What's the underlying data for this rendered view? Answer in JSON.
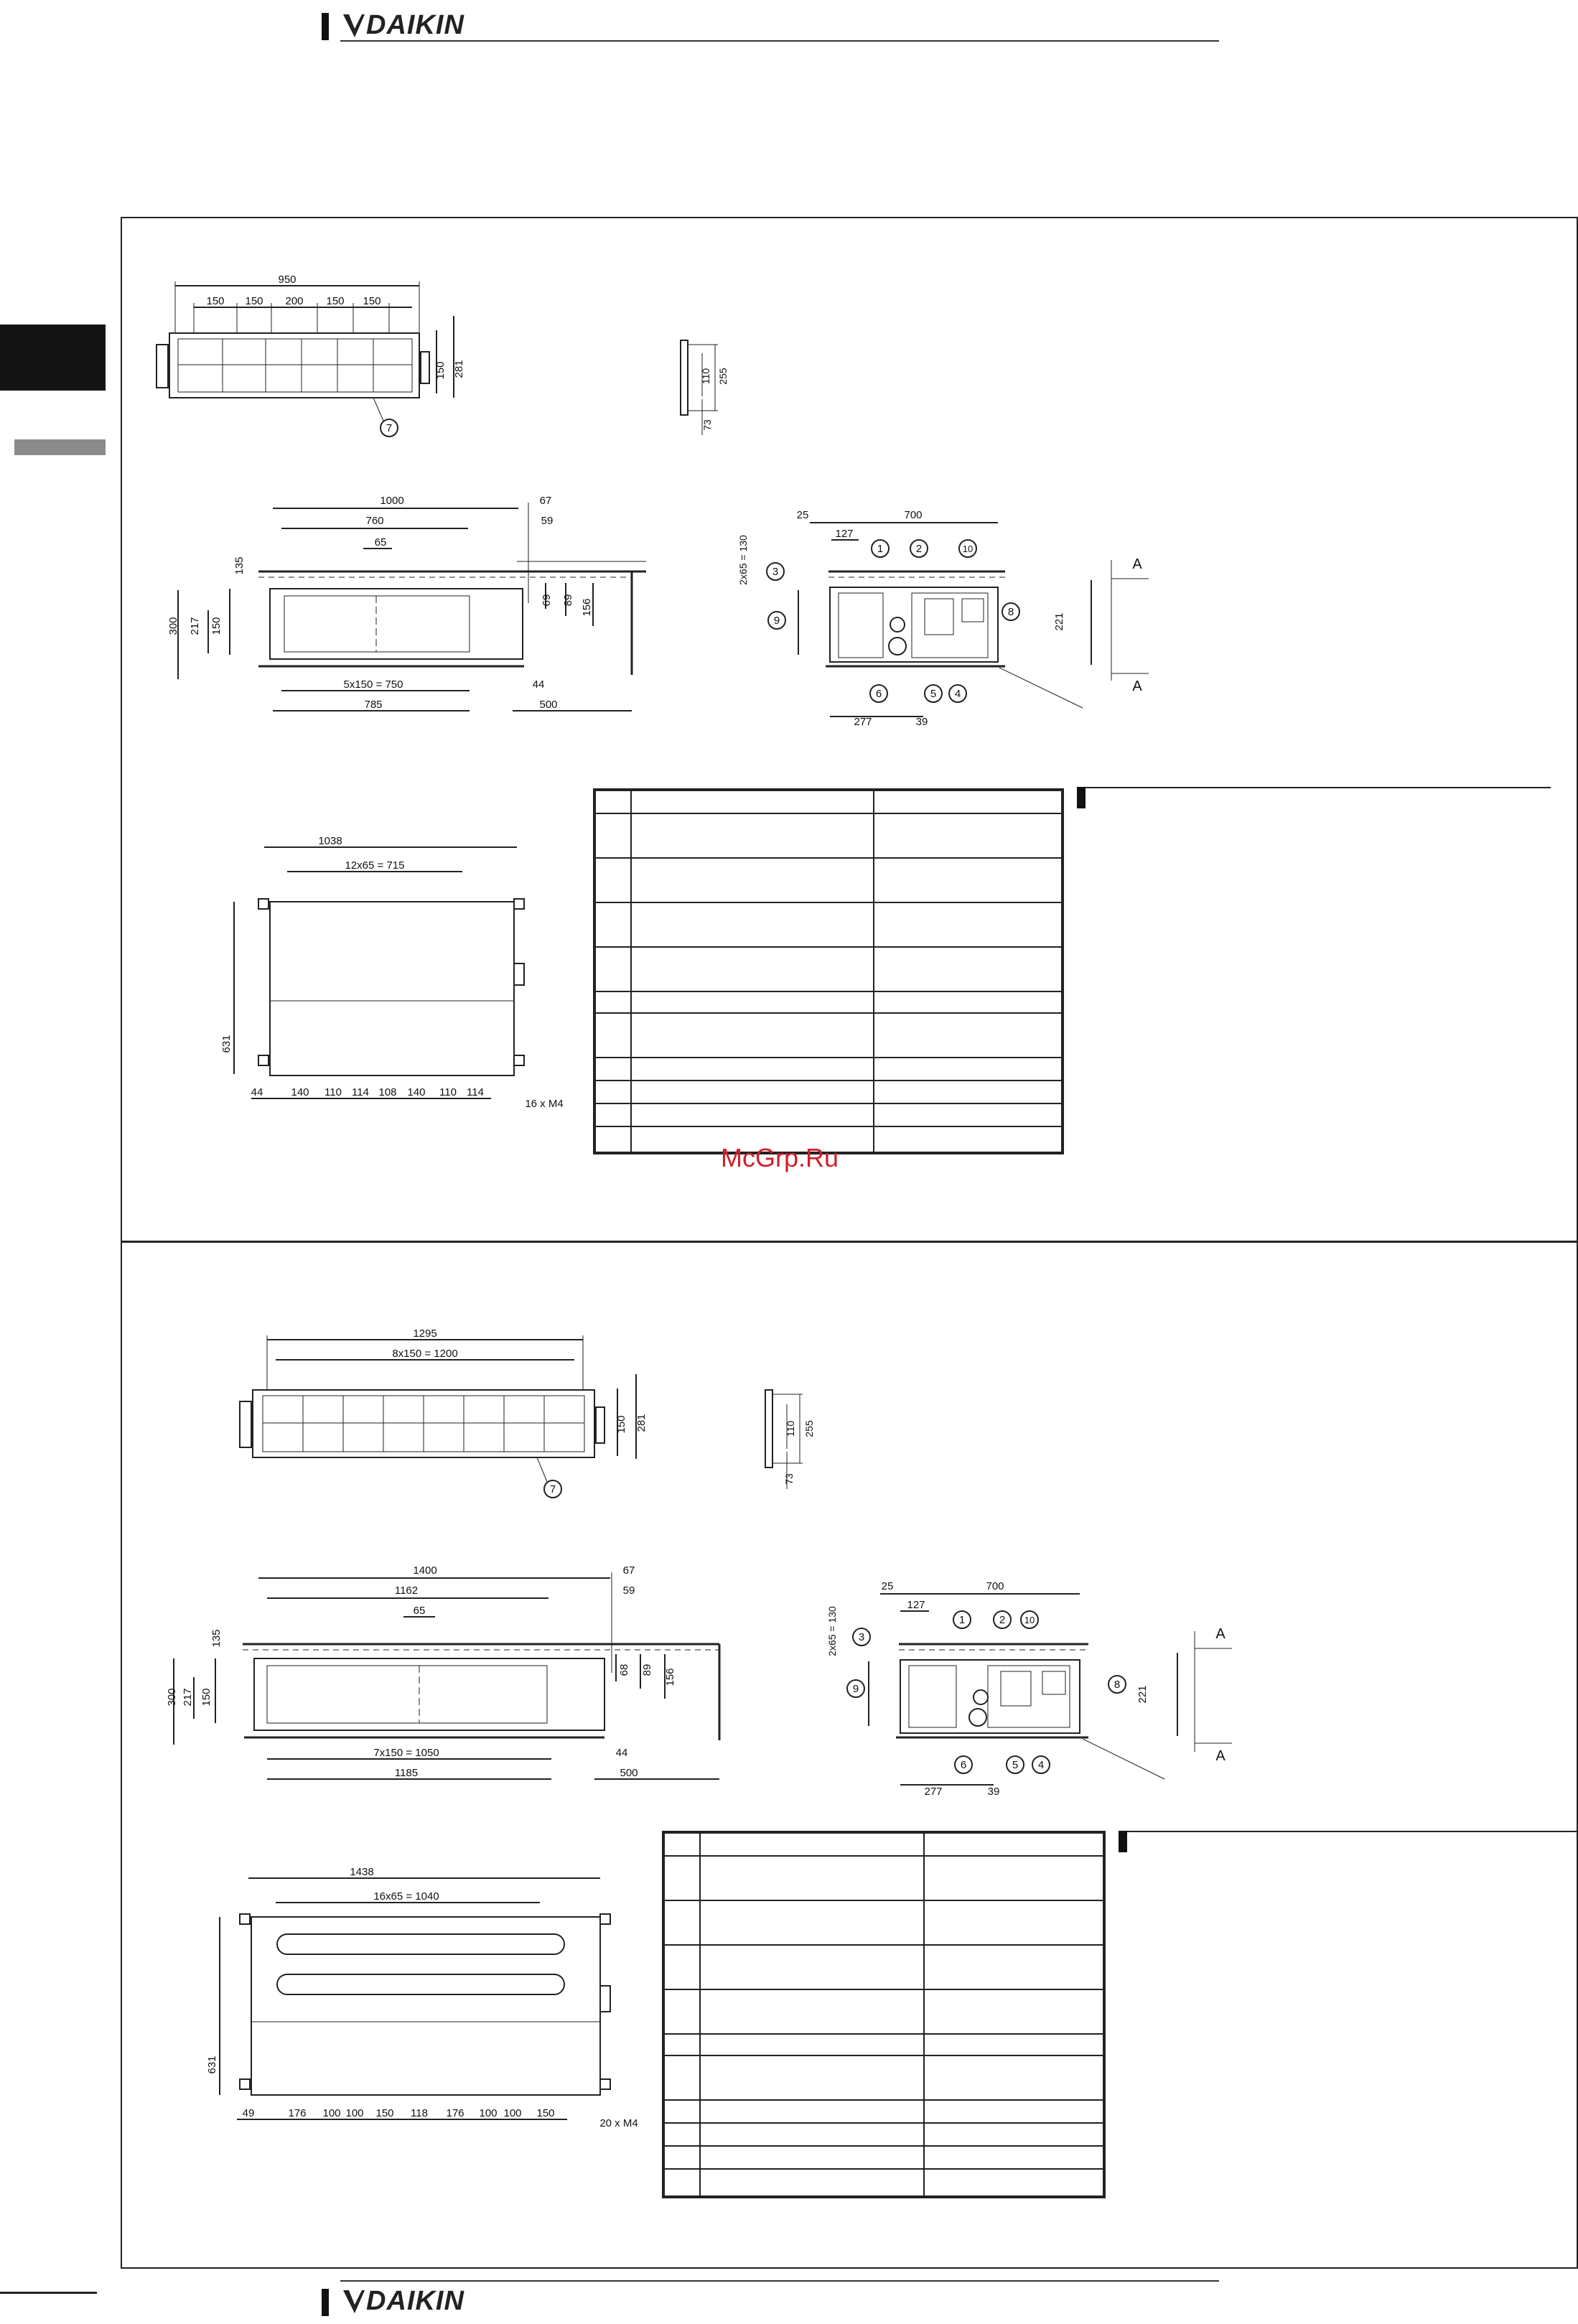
{
  "brand": {
    "logo_text": "DAIKIN"
  },
  "watermark": "McGrp.Ru",
  "unit1": {
    "top_view": {
      "overall": "950",
      "segments": [
        "150",
        "150",
        "200",
        "150",
        "150"
      ],
      "height_inner": "150",
      "height_outer": "281",
      "callout": "7"
    },
    "small_side": {
      "a": "110",
      "b": "255",
      "c": "73"
    },
    "front_view": {
      "overall": "1000",
      "inner": "760",
      "center": "65",
      "right_a": "67",
      "right_b": "59",
      "left_top": "135",
      "left_outer": "300",
      "left_mid": "217",
      "left_inner": "150",
      "right_h1": "69",
      "right_h2": "89",
      "right_h3": "156",
      "bottom_pitch": "5x150 = 750",
      "bottom_overall": "785",
      "bottom_right": "44",
      "wall_gap": "500"
    },
    "side_view": {
      "top_left": "25",
      "top_overall": "700",
      "top_inner": "127",
      "left_pitch": "2x65 = 130",
      "right_h": "221",
      "bottom_a": "277",
      "bottom_b": "39",
      "section": "A",
      "callouts": [
        "3",
        "1",
        "2",
        "10",
        "9",
        "8",
        "6",
        "5",
        "4"
      ]
    },
    "bottom_view": {
      "overall": "1038",
      "pitch": "12x65 = 715",
      "height": "631",
      "segments": [
        "44",
        "140",
        "110",
        "114",
        "108",
        "140",
        "110",
        "114"
      ],
      "screws": "16 x M4"
    }
  },
  "unit2": {
    "top_view": {
      "overall": "1295",
      "pitch": "8x150 = 1200",
      "height_inner": "150",
      "height_outer": "281",
      "callout": "7"
    },
    "small_side": {
      "a": "110",
      "b": "255",
      "c": "73"
    },
    "front_view": {
      "overall": "1400",
      "inner": "1162",
      "center": "65",
      "right_a": "67",
      "right_b": "59",
      "left_top": "135",
      "left_outer": "300",
      "left_mid": "217",
      "left_inner": "150",
      "right_h1": "68",
      "right_h2": "89",
      "right_h3": "156",
      "bottom_pitch": "7x150 = 1050",
      "bottom_overall": "1185",
      "bottom_right": "44",
      "wall_gap": "500"
    },
    "side_view": {
      "top_left": "25",
      "top_overall": "700",
      "top_inner": "127",
      "left_pitch": "2x65 = 130",
      "right_h": "221",
      "bottom_a": "277",
      "bottom_b": "39",
      "section": "A",
      "callouts": [
        "3",
        "1",
        "2",
        "10",
        "9",
        "8",
        "6",
        "5",
        "4"
      ]
    },
    "bottom_view": {
      "overall": "1438",
      "pitch": "16x65 = 1040",
      "height": "631",
      "segments": [
        "49",
        "176",
        "100",
        "100",
        "150",
        "118",
        "176",
        "100",
        "100",
        "150"
      ],
      "screws": "20 x M4"
    }
  }
}
